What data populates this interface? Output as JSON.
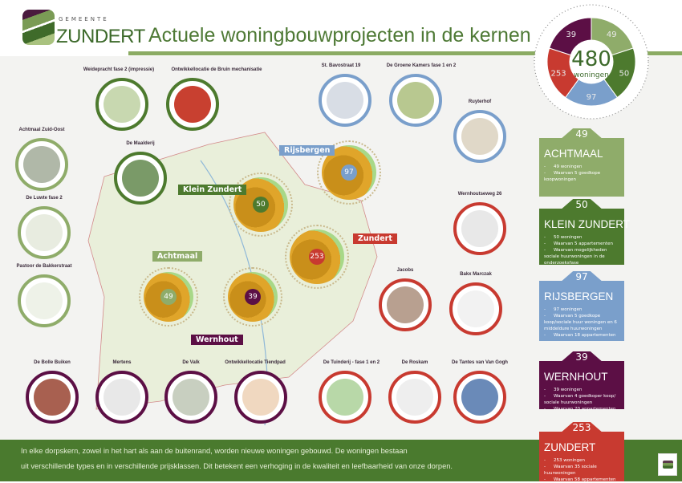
{
  "header": {
    "logo_small": "GEMEENTE",
    "logo_big": "ZUNDERT",
    "title": "Actuele woningbouwprojecten in de kernen"
  },
  "total": {
    "value": "480",
    "unit": "woningen"
  },
  "colors": {
    "Achtmaal": "#8fac6a",
    "Klein Zundert": "#4d7a2e",
    "Rijsbergen": "#7a9fcb",
    "Wernhout": "#5c0f45",
    "Zundert": "#c83a30"
  },
  "donut": [
    {
      "label": "49",
      "kern": "Achtmaal"
    },
    {
      "label": "50",
      "kern": "Klein Zundert"
    },
    {
      "label": "97",
      "kern": "Rijsbergen"
    },
    {
      "label": "253",
      "kern": "Zundert"
    },
    {
      "label": "39",
      "kern": "Wernhout"
    }
  ],
  "kernen": [
    {
      "name": "ACHTMAAL",
      "count": "49",
      "kern": "Achtmaal",
      "items": [
        "49 woningen",
        "Waarvan 5 goedkope koopwoningen"
      ]
    },
    {
      "name": "KLEIN ZUNDERT",
      "count": "50",
      "kern": "Klein Zundert",
      "items": [
        "50 woningen",
        "Waarvan 5 appartementen",
        "Waarvan mogelijkheden sociale huurwoningen in de onderzoeksfase"
      ]
    },
    {
      "name": "RIJSBERGEN",
      "count": "97",
      "kern": "Rijsbergen",
      "items": [
        "97 woningen",
        "Waarvan 5 goedkope koop/sociale huur woningen en 6 middeldure huurwoningen",
        "Waarvan 18 appartementen"
      ]
    },
    {
      "name": "WERNHOUT",
      "count": "39",
      "kern": "Wernhout",
      "items": [
        "39 woningen",
        "Waarvan 4 goedkoper koop/ sociale huurwoningen",
        "Waarvan 20 appartementen"
      ]
    },
    {
      "name": "ZUNDERT",
      "count": "253",
      "kern": "Zundert",
      "items": [
        "253 woningen",
        "Waarvan 35 sociale huurwoningen",
        "Waarvan 58 appartementen"
      ]
    }
  ],
  "map_labels": [
    {
      "label": "Klein Zundert",
      "count": "50",
      "kern": "Klein Zundert"
    },
    {
      "label": "Rijsbergen",
      "count": "97",
      "kern": "Rijsbergen"
    },
    {
      "label": "Zundert",
      "count": "253",
      "kern": "Zundert"
    },
    {
      "label": "Achtmaal",
      "count": "49",
      "kern": "Achtmaal"
    },
    {
      "label": "Wernhout",
      "count": "39",
      "kern": "Wernhout"
    }
  ],
  "projects": [
    {
      "name": "Weidepracht fase 2 (impressie)",
      "kern": "Klein Zundert"
    },
    {
      "name": "Ontwikkellocatie de Bruin mechanisatie",
      "kern": "Klein Zundert"
    },
    {
      "name": "St. Bavostraat 19",
      "kern": "Rijsbergen"
    },
    {
      "name": "De Groene Kamers fase 1 en 2",
      "kern": "Rijsbergen"
    },
    {
      "name": "Ruyterhof",
      "kern": "Rijsbergen"
    },
    {
      "name": "Achtmaal Zuid-Oost",
      "kern": "Achtmaal"
    },
    {
      "name": "De Maalderij",
      "kern": "Klein Zundert"
    },
    {
      "name": "De Luwte fase 2",
      "kern": "Achtmaal"
    },
    {
      "name": "Wernhoutseweg 26",
      "kern": "Zundert"
    },
    {
      "name": "Pastoor de Bakkerstraat",
      "kern": "Achtmaal"
    },
    {
      "name": "Jacobs",
      "kern": "Zundert"
    },
    {
      "name": "Bakx Marczak",
      "kern": "Zundert"
    },
    {
      "name": "De Bolle Buiken",
      "kern": "Wernhout"
    },
    {
      "name": "Mertens",
      "kern": "Wernhout"
    },
    {
      "name": "De Valk",
      "kern": "Wernhout"
    },
    {
      "name": "Ontwikkellocatie Tiendpad",
      "kern": "Wernhout"
    },
    {
      "name": "De Tuinderij - fase 1 en 2",
      "kern": "Zundert"
    },
    {
      "name": "De Roskam",
      "kern": "Zundert"
    },
    {
      "name": "De Tantes van Van Gogh",
      "kern": "Zundert"
    }
  ],
  "footer": {
    "line1": "In elke dorpskern, zowel in het hart als aan de buitenrand, worden nieuwe woningen gebouwd. De woningen bestaan",
    "line2": "uit verschillende types en in verschillende prijsklassen. Dit betekent een verhoging in de kwaliteit en leefbaarheid van onze dorpen."
  }
}
